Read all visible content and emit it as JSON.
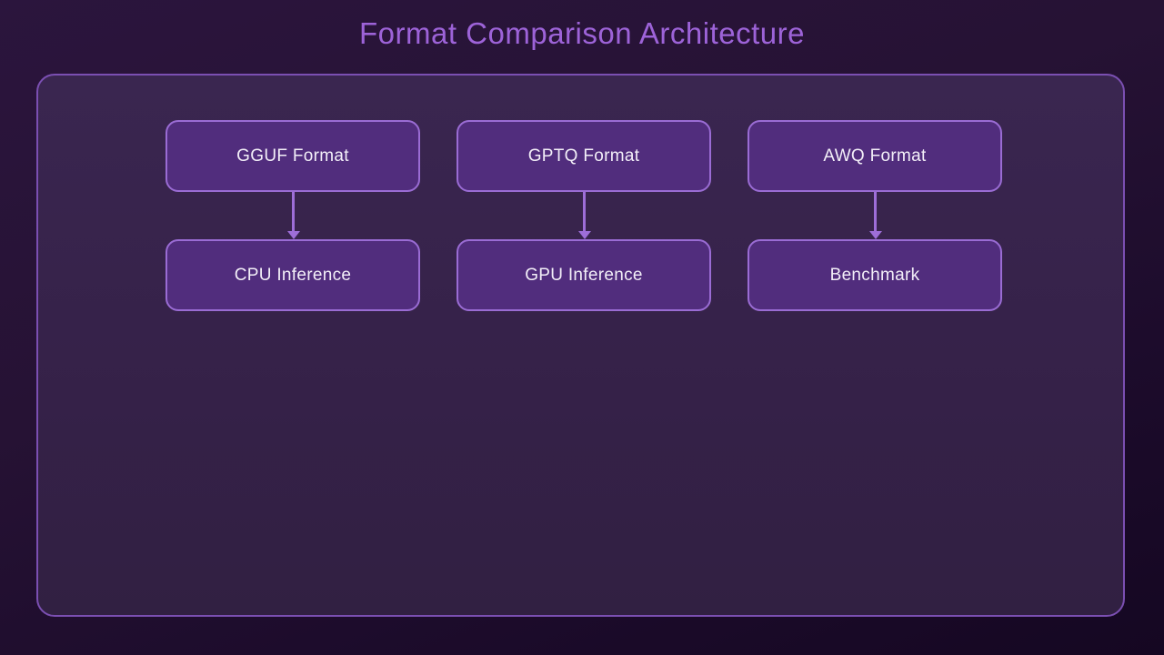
{
  "title": "Format Comparison Architecture",
  "colors": {
    "background_top": "#2b153d",
    "background_bottom": "#150722",
    "panel_fill": "#362249",
    "panel_border": "#7b4fb2",
    "node_fill": "#512d7d",
    "node_border": "#9a6cd4",
    "node_text": "#f3eff8",
    "arrow": "#9e6ed8",
    "title_text": "#9d63d8"
  },
  "diagram": {
    "nodes": [
      {
        "id": "gguf-format",
        "label": "GGUF Format",
        "row": 0,
        "col": 0
      },
      {
        "id": "gptq-format",
        "label": "GPTQ Format",
        "row": 0,
        "col": 1
      },
      {
        "id": "awq-format",
        "label": "AWQ Format",
        "row": 0,
        "col": 2
      },
      {
        "id": "cpu-inference",
        "label": "CPU Inference",
        "row": 1,
        "col": 0
      },
      {
        "id": "gpu-inference",
        "label": "GPU Inference",
        "row": 1,
        "col": 1
      },
      {
        "id": "benchmark",
        "label": "Benchmark",
        "row": 1,
        "col": 2
      }
    ],
    "edges": [
      {
        "from": "gguf-format",
        "to": "cpu-inference"
      },
      {
        "from": "gptq-format",
        "to": "gpu-inference"
      },
      {
        "from": "awq-format",
        "to": "benchmark"
      }
    ]
  }
}
